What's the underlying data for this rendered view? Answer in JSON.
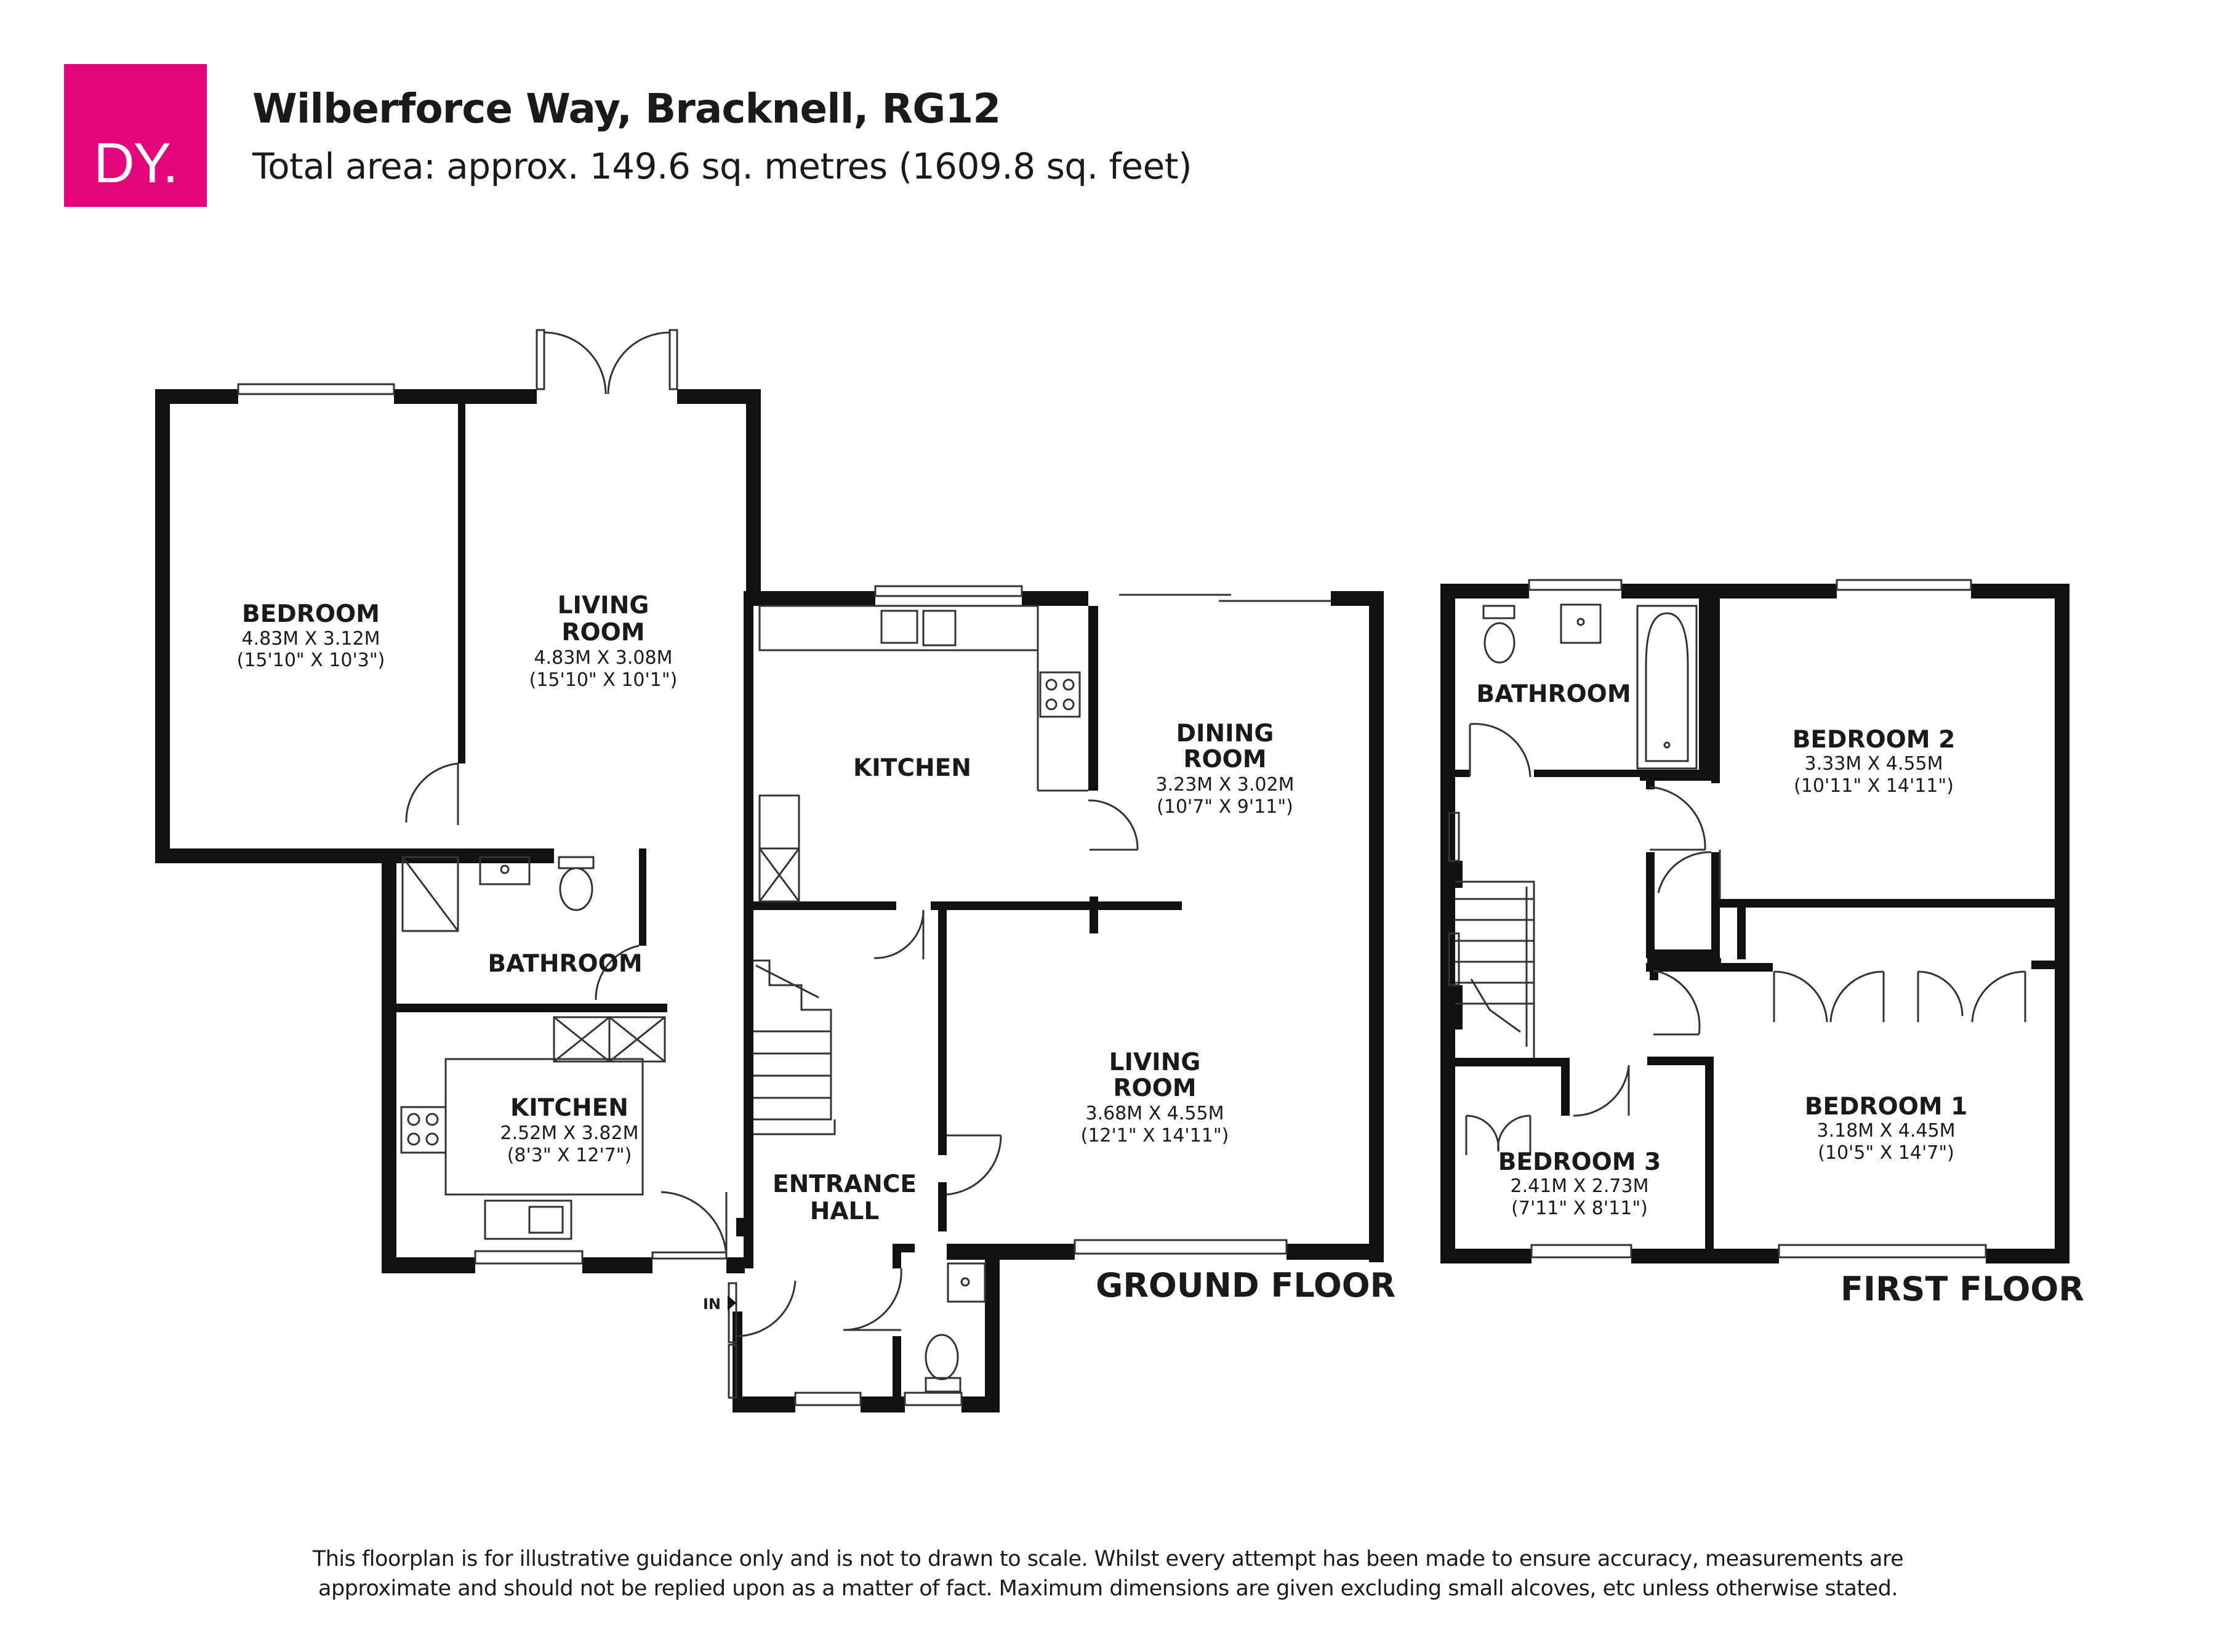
{
  "brand": {
    "logo_text": "DY.",
    "accent": "#e5067d"
  },
  "header": {
    "title": "Wilberforce Way, Bracknell, RG12",
    "subtitle": "Total area: approx. 149.6 sq. metres (1609.8 sq. feet)"
  },
  "floors": {
    "ground_label": "GROUND FLOOR",
    "first_label": "FIRST FLOOR"
  },
  "rooms": {
    "bedroom": {
      "name": "BEDROOM",
      "metric": "4.83M X 3.12M",
      "imperial": "(15'10\" X 10'3\")"
    },
    "living_room_back": {
      "name_1": "LIVING",
      "name_2": "ROOM",
      "metric": "4.83M X 3.08M",
      "imperial": "(15'10\" X 10'1\")"
    },
    "kitchen_main": {
      "name": "KITCHEN"
    },
    "dining_room": {
      "name_1": "DINING",
      "name_2": "ROOM",
      "metric": "3.23M X 3.02M",
      "imperial": "(10'7\" X 9'11\")"
    },
    "bathroom_ground": {
      "name": "BATHROOM"
    },
    "kitchen_annex": {
      "name": "KITCHEN",
      "metric": "2.52M X 3.82M",
      "imperial": "(8'3\" X 12'7\")"
    },
    "living_room_front": {
      "name_1": "LIVING",
      "name_2": "ROOM",
      "metric": "3.68M X 4.55M",
      "imperial": "(12'1\" X 14'11\")"
    },
    "entrance_hall": {
      "name_1": "ENTRANCE",
      "name_2": "HALL"
    },
    "bathroom_first": {
      "name": "BATHROOM"
    },
    "bedroom_2": {
      "name": "BEDROOM 2",
      "metric": "3.33M X 4.55M",
      "imperial": "(10'11\" X 14'11\")"
    },
    "bedroom_1": {
      "name": "BEDROOM 1",
      "metric": "3.18M X 4.45M",
      "imperial": "(10'5\" X 14'7\")"
    },
    "bedroom_3": {
      "name": "BEDROOM 3",
      "metric": "2.41M X 2.73M",
      "imperial": "(7'11\" X 8'11\")"
    }
  },
  "entry_marker": "IN",
  "disclaimer": {
    "line_1": "This floorplan is for illustrative guidance only and is not to drawn to scale. Whilst every attempt has been made to ensure accuracy, measurements are",
    "line_2": "approximate and should not be replied upon as a matter of fact. Maximum dimensions are given excluding small alcoves, etc unless otherwise stated."
  }
}
